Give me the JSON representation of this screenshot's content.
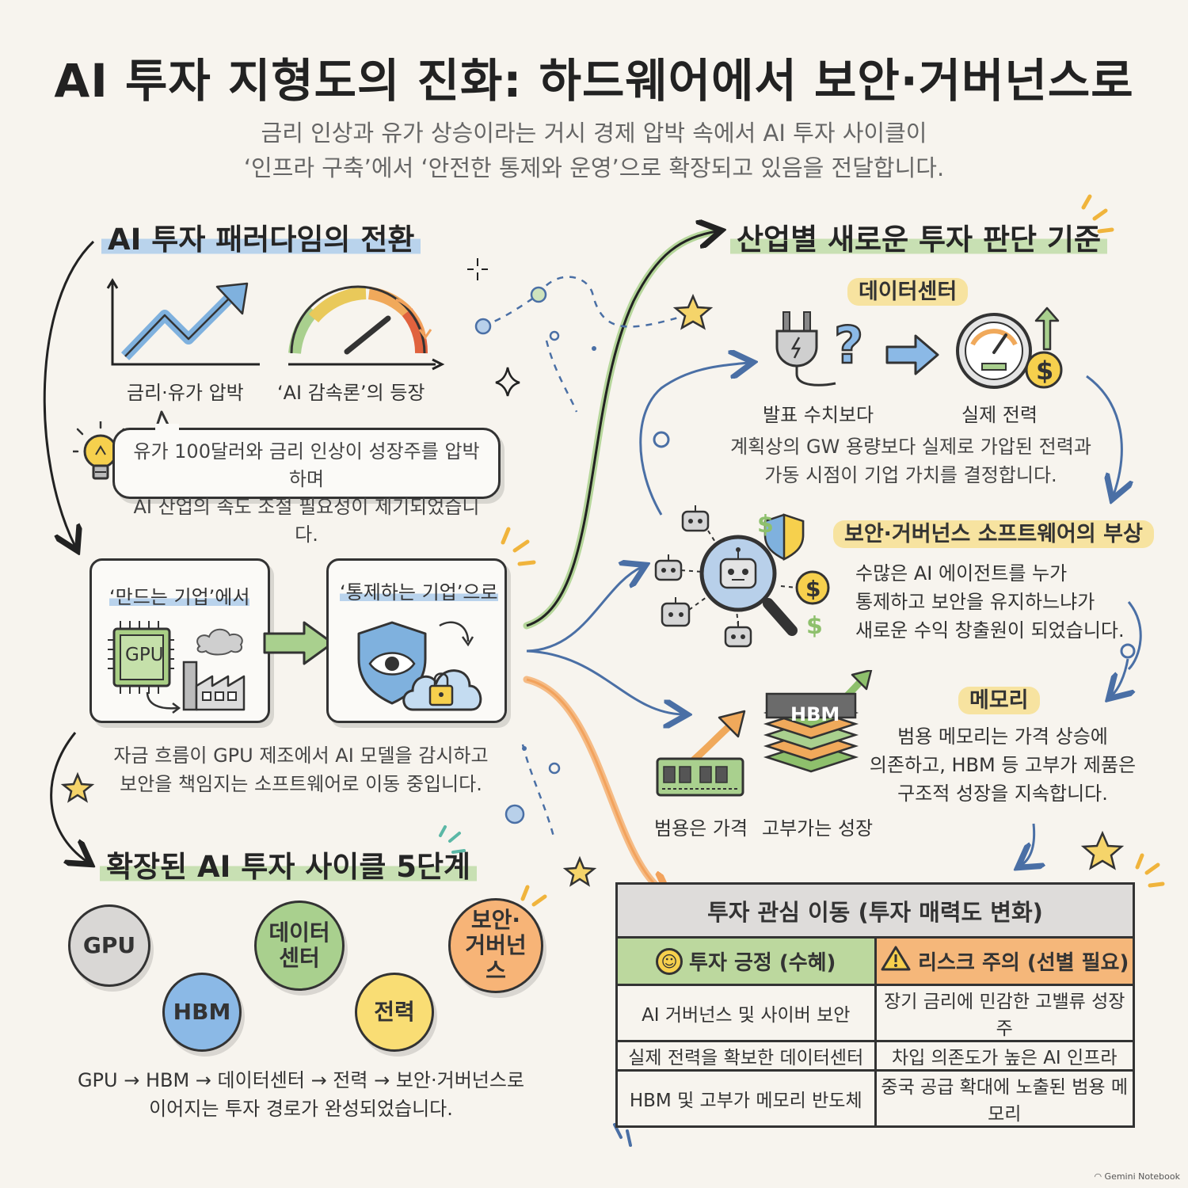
{
  "title": "AI 투자 지형도의 진화: 하드웨어에서 보안·거버넌스로",
  "subtitle": {
    "line1": "금리 인상과 유가 상승이라는 거시 경제 압박 속에서 AI 투자 사이클이",
    "line2": "‘인프라 구축’에서 ‘안전한 통제와 운영’으로 확장되고 있음을 전달합니다."
  },
  "paradigm": {
    "heading": "AI 투자 패러다임의 전환",
    "chart_label": "금리·유가 압박",
    "gauge_label": "‘AI 감속론’의 등장",
    "bubble_line1": "유가 100달러와 금리 인상이 성장주를 압박하며",
    "bubble_line2": "AI 산업의 속도 조절 필요성이 제기되었습니다.",
    "from_label": "‘만드는 기업’에서",
    "to_label": "‘통제하는 기업’으로",
    "gpu_chip": "GPU",
    "caption_line1": "자금 흐름이 GPU 제조에서 AI 모델을 감시하고",
    "caption_line2": "보안을 책임지는 소프트웨어로 이동 중입니다."
  },
  "cycle": {
    "heading": "확장된 AI 투자 사이클 5단계",
    "stages": [
      {
        "label": "GPU",
        "color": "#d9d7d5"
      },
      {
        "label": "HBM",
        "color": "#8bb9e6"
      },
      {
        "label": "데이터 센터",
        "color": "#a9d08e"
      },
      {
        "label": "전력",
        "color": "#f9dd74"
      },
      {
        "label": "보안· 거버넌스",
        "color": "#f7b477"
      }
    ],
    "caption_line1": "GPU → HBM → 데이터센터 → 전력 → 보안·거버넌스로",
    "caption_line2": "이어지는 투자 경로가 완성되었습니다."
  },
  "criteria": {
    "heading": "산업별 새로운 투자 판단 기준",
    "datacenter": {
      "tag": "데이터센터",
      "left_label": "발표 수치보다",
      "right_label": "실제 전력",
      "desc_line1": "계획상의 GW 용량보다 실제로 가압된 전력과",
      "desc_line2": "가동 시점이 기업 가치를 결정합니다."
    },
    "security": {
      "tag": "보안·거버넌스 소프트웨어의 부상",
      "desc_line1": "수많은 AI 에이전트를 누가",
      "desc_line2": "통제하고 보안을 유지하느냐가",
      "desc_line3": "새로운 수익 창출원이 되었습니다."
    },
    "memory": {
      "tag": "메모리",
      "chip_label": "HBM",
      "left_label": "범용은 가격",
      "right_label": "고부가는 성장",
      "desc_line1": "범용 메모리는 가격 상승에",
      "desc_line2": "의존하고, HBM 등 고부가 제품은",
      "desc_line3": "구조적 성장을 지속합니다."
    }
  },
  "table": {
    "title": "투자 관심 이동 (투자 매력도 변화)",
    "positive_header": "투자 긍정 (수혜)",
    "risk_header": "리스크 주의 (선별 필요)",
    "rows": [
      {
        "positive": "AI 거버넌스 및 사이버 보안",
        "risk": "장기 금리에 민감한 고밸류 성장주"
      },
      {
        "positive": "실제 전력을 확보한 데이터센터",
        "risk": "차입 의존도가 높은 AI 인프라"
      },
      {
        "positive": "HBM 및 고부가 메모리 반도체",
        "risk": "중국 공급 확대에 노출된 범용 메모리"
      }
    ]
  },
  "footer": "Gemini Notebook"
}
